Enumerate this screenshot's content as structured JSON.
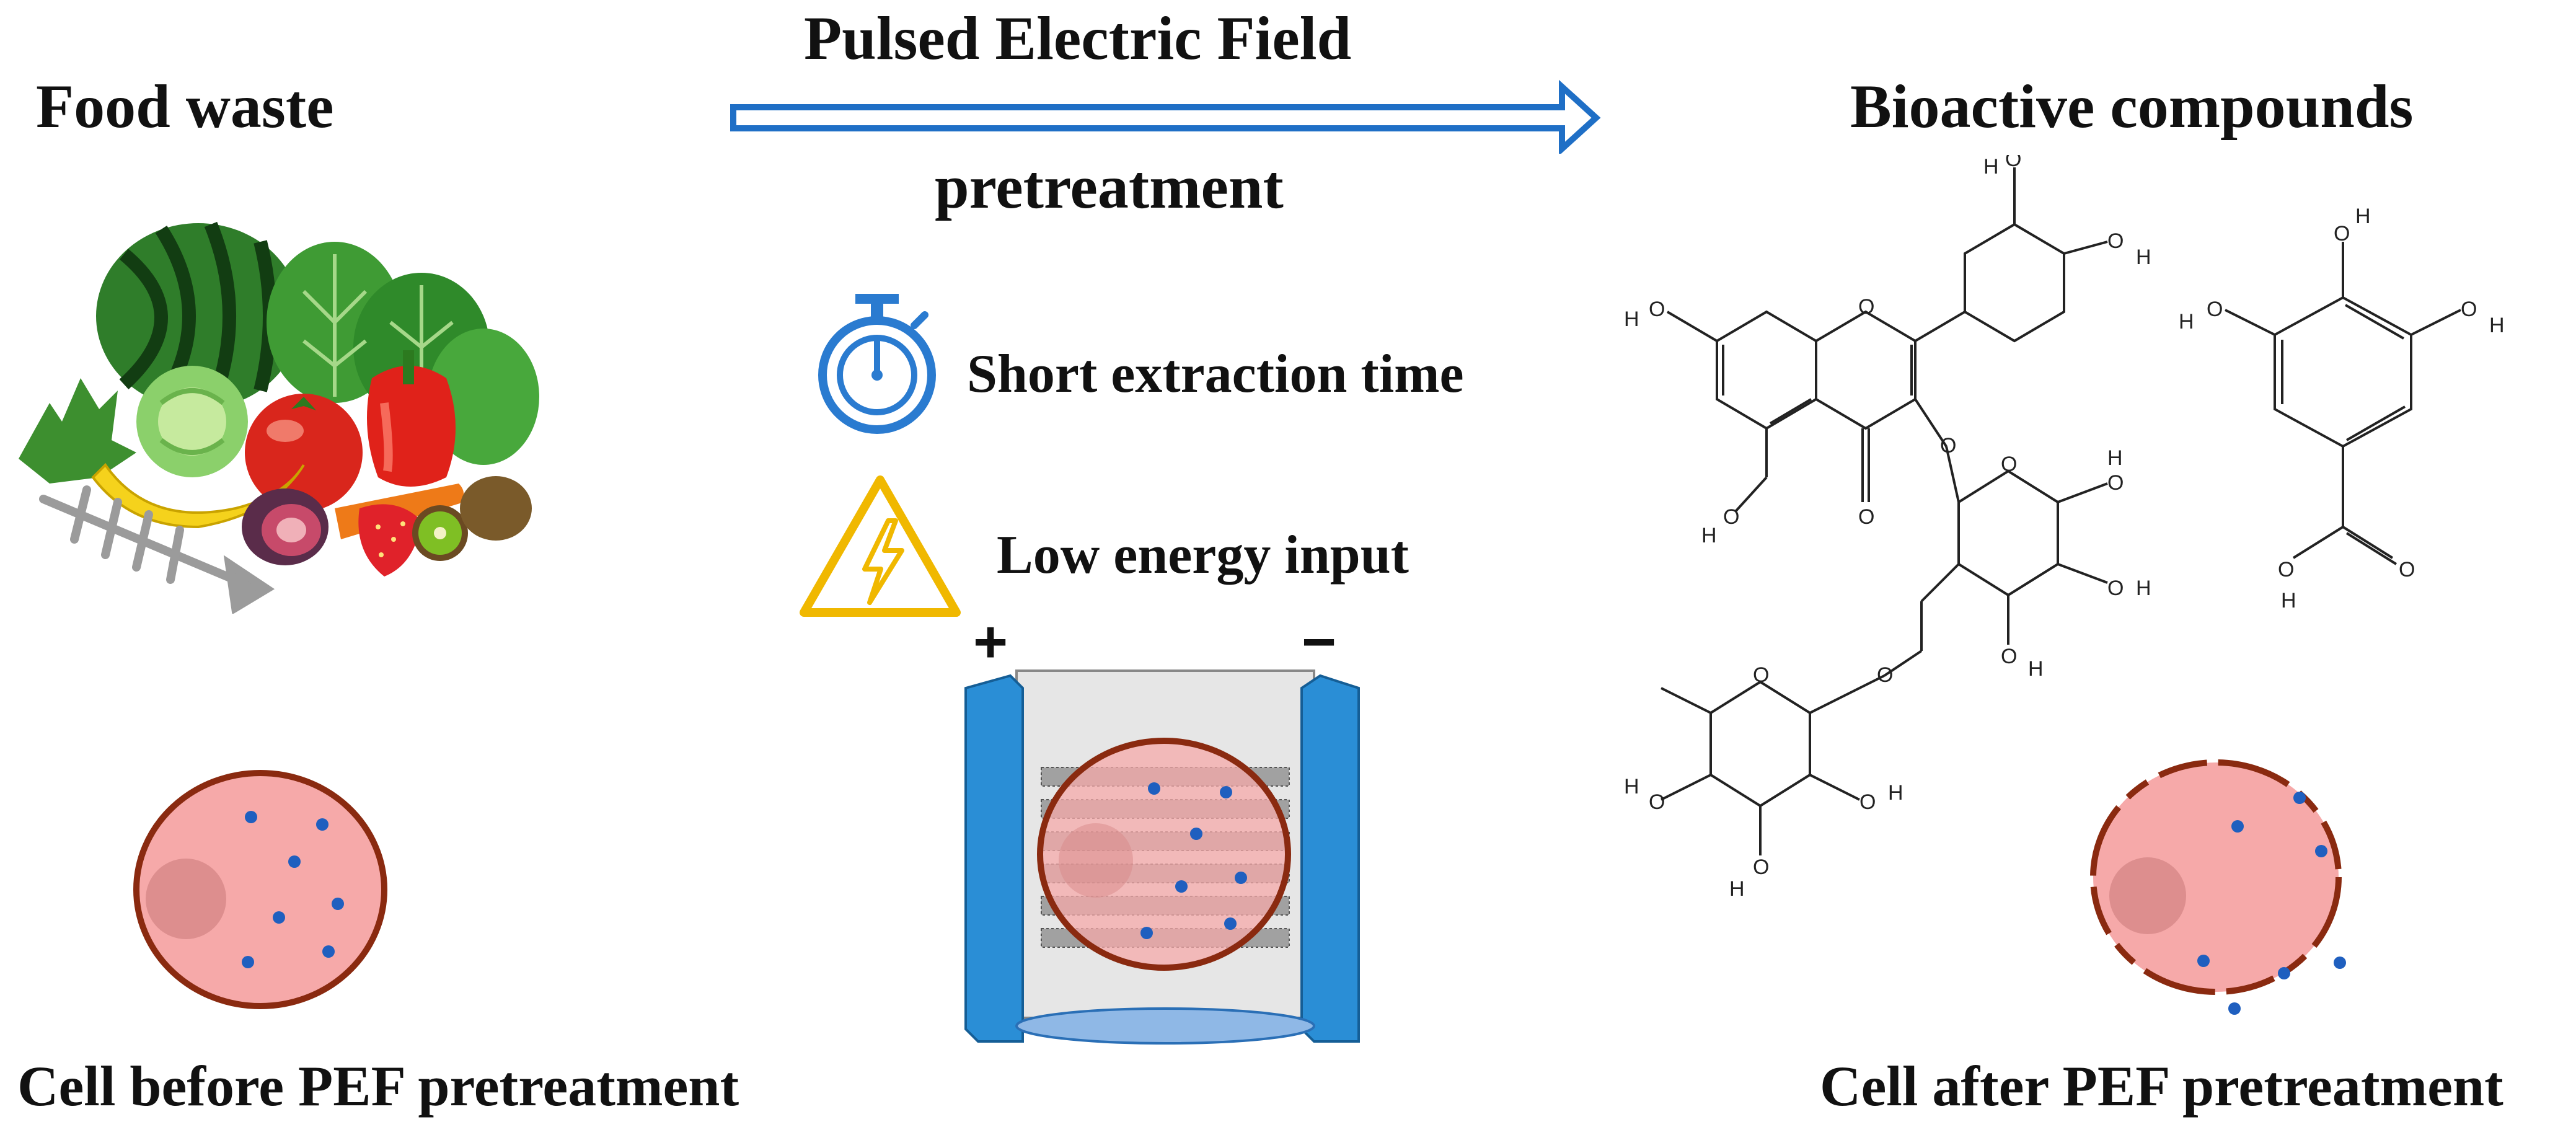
{
  "labels": {
    "food_waste": "Food waste",
    "arrow_title": "Pulsed Electric Field",
    "arrow_subtitle": "pretreatment",
    "bioactive": "Bioactive compounds",
    "short_time": "Short extraction time",
    "low_energy": "Low energy input",
    "cell_before": "Cell before PEF pretreatment",
    "cell_after": "Cell after PEF pretreatment",
    "electrode_positive": "+",
    "electrode_negative": "−"
  },
  "atoms": {
    "oxygen": "O",
    "hydroxyl": "H"
  },
  "icons": {
    "process_arrow": "right-arrow-outline",
    "timer": "stopwatch-icon",
    "warning": "high-voltage-warning-icon"
  },
  "colors": {
    "arrow": "#1f6fc6",
    "timer": "#2a7bd0",
    "warning": "#f0b800",
    "cell_fill": "#f6a9a9",
    "cell_border": "#8a2a10",
    "nucleus": "#d88a8a",
    "organelle_dots": "#1f5fbf",
    "electrode": "#2a8ed6",
    "chamber_bg": "#e6e6e6"
  }
}
